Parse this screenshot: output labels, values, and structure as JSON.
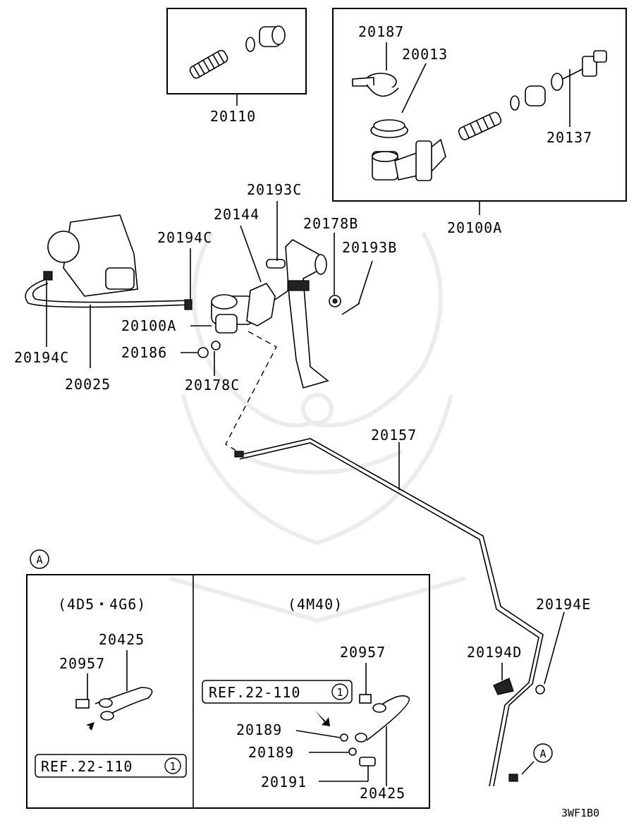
{
  "part_numbers": {
    "p20110": "20110",
    "p20187": "20187",
    "p20013": "20013",
    "p20137": "20137",
    "p20100A_top": "20100A",
    "p20193C": "20193C",
    "p20144": "20144",
    "p20178B": "20178B",
    "p20193B": "20193B",
    "p20194C_a": "20194C",
    "p20194C_b": "20194C",
    "p20100A": "20100A",
    "p20186": "20186",
    "p20178C": "20178C",
    "p20025": "20025",
    "p20157": "20157",
    "p20194E": "20194E",
    "p20194D": "20194D",
    "p20425_l": "20425",
    "p20957_l": "20957",
    "p20957_r": "20957",
    "p20189_a": "20189",
    "p20189_b": "20189",
    "p20191": "20191",
    "p20425_r": "20425"
  },
  "detail": {
    "marker": "A",
    "left_title": "(4D5・4G6)",
    "right_title": "(4M40)",
    "ref_left": "REF.22-110",
    "ref_right": "REF.22-110",
    "ref_circle": "1"
  },
  "corner_code": "3WF1B0"
}
